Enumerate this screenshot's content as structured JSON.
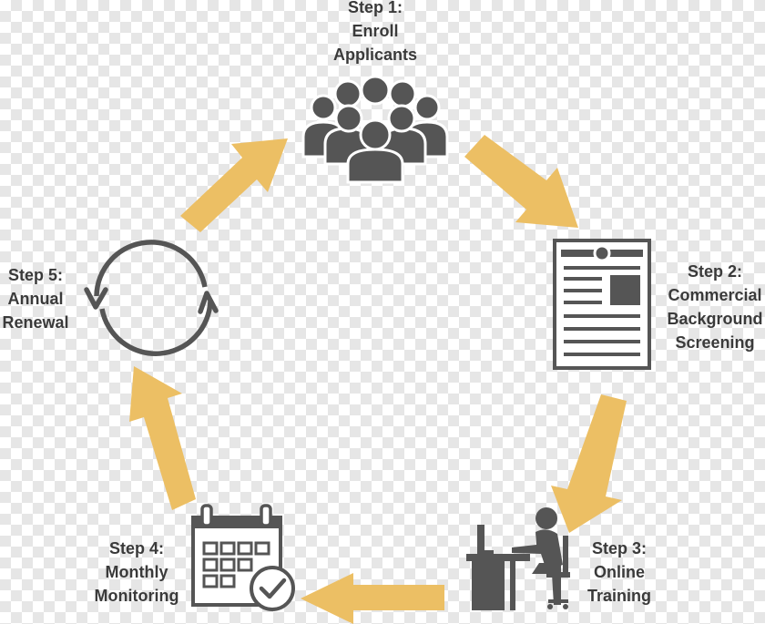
{
  "colors": {
    "arrow": "#ecbf64",
    "icon": "#555555",
    "label": "#3a3a3a"
  },
  "steps": [
    {
      "id": 1,
      "lines": [
        "Step 1:",
        "Enroll",
        "Applicants"
      ],
      "icon": "group-of-people-icon"
    },
    {
      "id": 2,
      "lines": [
        "Step 2:",
        "Commercial",
        "Background",
        "Screening"
      ],
      "icon": "document-icon"
    },
    {
      "id": 3,
      "lines": [
        "Step 3:",
        "Online",
        "Training"
      ],
      "icon": "person-at-computer-icon"
    },
    {
      "id": 4,
      "lines": [
        "Step 4:",
        "Monthly",
        "Monitoring"
      ],
      "icon": "calendar-check-icon"
    },
    {
      "id": 5,
      "lines": [
        "Step 5:",
        "Annual",
        "Renewal"
      ],
      "icon": "cycle-arrows-icon"
    }
  ]
}
